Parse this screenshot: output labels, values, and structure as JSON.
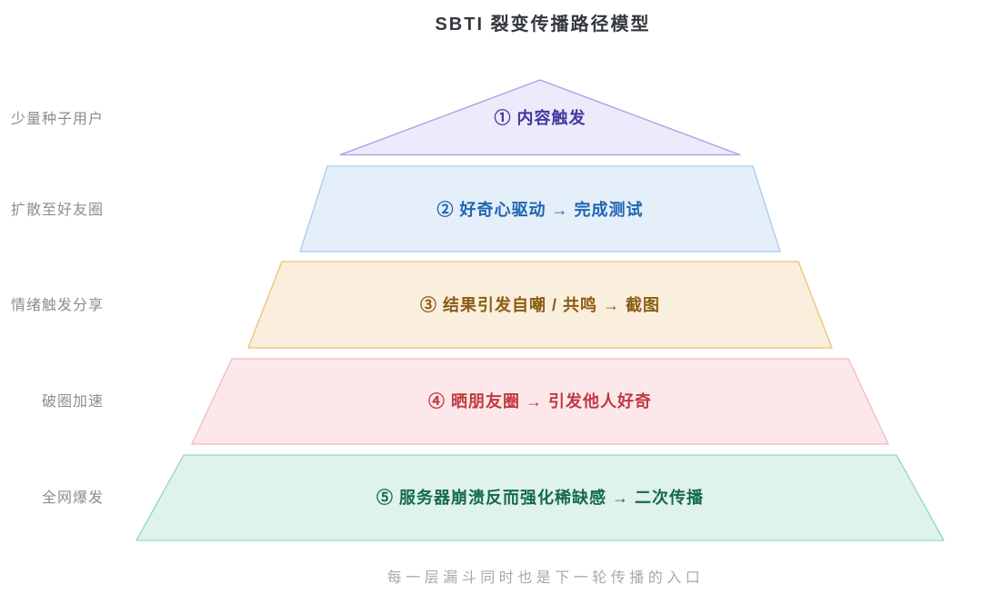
{
  "title": "SBTI 裂变传播路径模型",
  "caption": "每一层漏斗同时也是下一轮传播的入口",
  "colors": {
    "background": "#ffffff",
    "title": "#34383e",
    "side_label": "#8e8e87",
    "caption": "#aaaaa3"
  },
  "levels": [
    {
      "step": 1,
      "label": "① 内容触发",
      "side_label": "少量种子用户",
      "fill": "#eceafb",
      "stroke": "#aaa1e4",
      "text_color": "#43389f"
    },
    {
      "step": 2,
      "label": "② 好奇心驱动 → 完成测试",
      "side_label": "扩散至好友圈",
      "fill": "#e4effa",
      "stroke": "#a9caee",
      "text_color": "#2065b0"
    },
    {
      "step": 3,
      "label": "③ 结果引发自嘲 / 共鸣 → 截图",
      "side_label": "情绪触发分享",
      "fill": "#faeedd",
      "stroke": "#eec078",
      "text_color": "#8a5c15"
    },
    {
      "step": 4,
      "label": "④ 晒朋友圈 → 引发他人好奇",
      "side_label": "破圈加速",
      "fill": "#fce8ea",
      "stroke": "#f2b9bf",
      "text_color": "#c03a40"
    },
    {
      "step": 5,
      "label": "⑤ 服务器崩溃反而强化稀缺感 → 二次传播",
      "side_label": "全网爆发",
      "fill": "#dff2eb",
      "stroke": "#93d8bf",
      "text_color": "#156b4a"
    }
  ]
}
